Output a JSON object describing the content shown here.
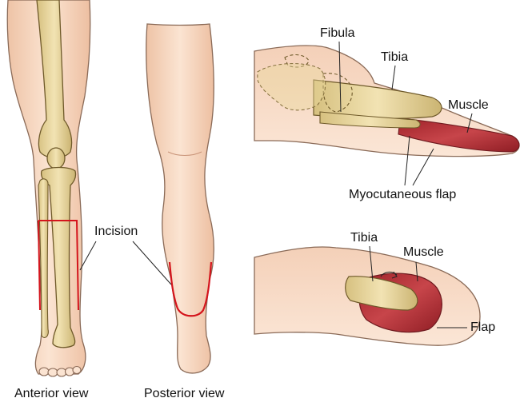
{
  "labels": {
    "fibula": "Fibula",
    "tibia_top": "Tibia",
    "muscle_top": "Muscle",
    "myocutaneous_flap": "Myocutaneous flap",
    "tibia_bottom": "Tibia",
    "muscle_bottom": "Muscle",
    "flap": "Flap",
    "incision": "Incision"
  },
  "captions": {
    "anterior": "Anterior view",
    "posterior": "Posterior view"
  },
  "colors": {
    "skin": "#f8dcc6",
    "skin_outline": "#8a6a57",
    "bone": "#e9d69b",
    "bone_outline": "#6f5a2a",
    "muscle": "#b8333a",
    "incision": "#d4141c"
  }
}
